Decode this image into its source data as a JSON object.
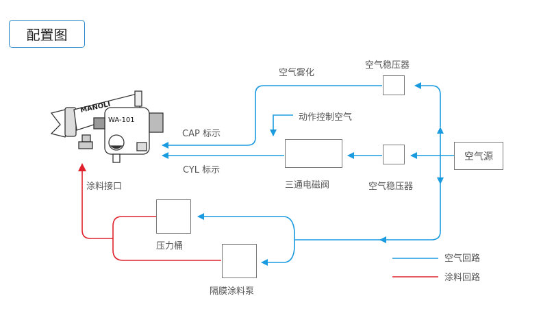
{
  "title": "配置图",
  "gun": {
    "brand": "MANOLI",
    "model": "WA-101"
  },
  "labels": {
    "air_atomize": "空气雾化",
    "regulator_top": "空气稳压器",
    "action_air": "动作控制空气",
    "cap": "CAP 标示",
    "cyl": "CYL 标示",
    "solenoid": "三通电磁阀",
    "regulator_bottom": "空气稳压器",
    "air_source": "空气源",
    "paint_inlet": "涂料接口",
    "pressure_tank": "压力桶",
    "diaphragm_pump": "隔膜涂料泵"
  },
  "legend": [
    {
      "label": "空气回路",
      "color": "#1a9be0"
    },
    {
      "label": "涂料回路",
      "color": "#e0202a"
    }
  ],
  "colors": {
    "air": "#1a9be0",
    "paint": "#e0202a",
    "box_border": "#777777",
    "title_border": "#2a86c8"
  }
}
